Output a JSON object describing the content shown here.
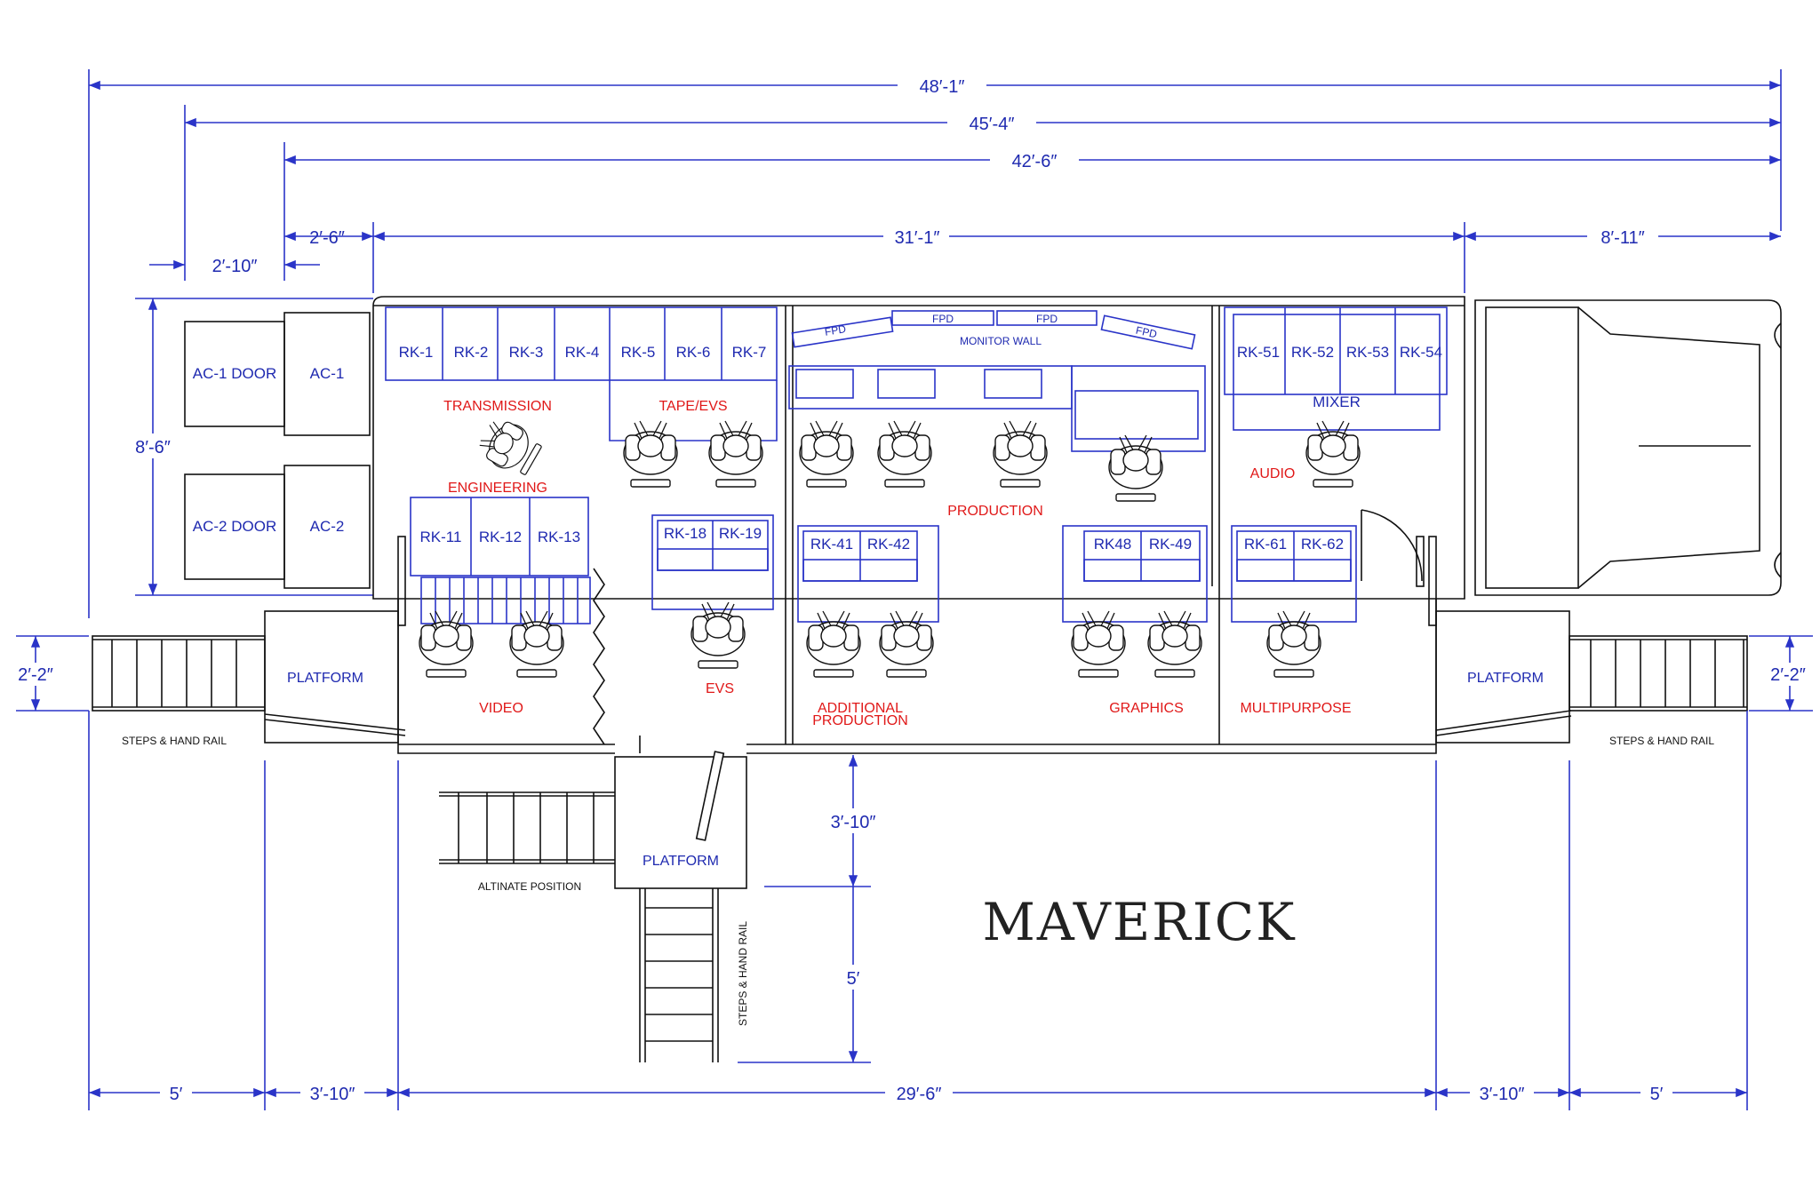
{
  "title": "MAVERICK",
  "dimensions": {
    "overall": "48′-1″",
    "d45": "45′-4″",
    "d42": "42′-6″",
    "d2_10": "2′-10″",
    "d2_6": "2′-6″",
    "d31_1": "31′-1″",
    "d8_11": "8′-11″",
    "d8_6": "8′-6″",
    "d2_2_left": "2′-2″",
    "d2_2_right": "2′-2″",
    "d3_10_mid": "3′-10″",
    "d5_mid": "5′",
    "b5_left": "5′",
    "b3_10_left": "3′-10″",
    "b29_6": "29′-6″",
    "b3_10_right": "3′-10″",
    "b5_right": "5′"
  },
  "ac": {
    "ac1_door": "AC-1 DOOR",
    "ac1": "AC-1",
    "ac2_door": "AC-2 DOOR",
    "ac2": "AC-2"
  },
  "racks": {
    "top_row": [
      "RK-1",
      "RK-2",
      "RK-3",
      "RK-4",
      "RK-5",
      "RK-6",
      "RK-7"
    ],
    "engineering": [
      "RK-11",
      "RK-12",
      "RK-13"
    ],
    "evs": [
      "RK-18",
      "RK-19"
    ],
    "additional": [
      "RK-41",
      "RK-42"
    ],
    "graphics": [
      "RK48",
      "RK-49"
    ],
    "mixer": [
      "RK-51",
      "RK-52",
      "RK-53",
      "RK-54"
    ],
    "multipurpose": [
      "RK-61",
      "RK-62"
    ]
  },
  "rooms": {
    "transmission": "TRANSMISSION",
    "tape_evs": "TAPE/EVS",
    "engineering": "ENGINEERING",
    "video": "VIDEO",
    "evs": "EVS",
    "production": "PRODUCTION",
    "additional_1": "ADDITIONAL",
    "additional_2": "PRODUCTION",
    "graphics": "GRAPHICS",
    "audio": "AUDIO",
    "mixer": "MIXER",
    "multipurpose": "MULTIPURPOSE"
  },
  "monitor_wall": {
    "label": "MONITOR WALL",
    "fpd": [
      "FPD",
      "FPD",
      "FPD",
      "FPD"
    ]
  },
  "platforms": {
    "left": "PLATFORM",
    "right": "PLATFORM",
    "center": "PLATFORM"
  },
  "notes": {
    "steps_left": "STEPS & HAND RAIL",
    "steps_right": "STEPS & HAND RAIL",
    "steps_center": "STEPS & HAND RAIL",
    "alt_position": "ALTINATE POSITION"
  },
  "colors": {
    "dimension_blue": "#2a34c8",
    "room_red": "#e01818",
    "outline_black": "#111111"
  }
}
